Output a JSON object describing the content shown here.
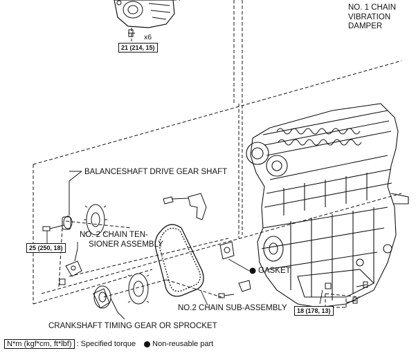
{
  "labels": {
    "damper": [
      "NO. 1 CHAIN",
      "VIBRATION",
      "DAMPER"
    ],
    "x6": "x6",
    "balanceshaft": "BALANCESHAFT DRIVE GEAR SHAFT",
    "tensioner": [
      "NO. 2 CHAIN TEN-",
      "SIONER ASSEMBLY"
    ],
    "gasket": "GASKET",
    "chain": "NO.2 CHAIN SUB-ASSEMBLY",
    "crankshaft": "CRANKSHAFT TIMING GEAR OR SPROCKET"
  },
  "torque": {
    "t1": "21 (214, 15)",
    "t2": "25 (250, 18)",
    "t3": "18 (178, 13)"
  },
  "legend": {
    "torque_box": "N*m (kgf*cm, ft*lbf)",
    "torque_text": ": Specified torque",
    "nonreusable": "Non-reusable part"
  }
}
